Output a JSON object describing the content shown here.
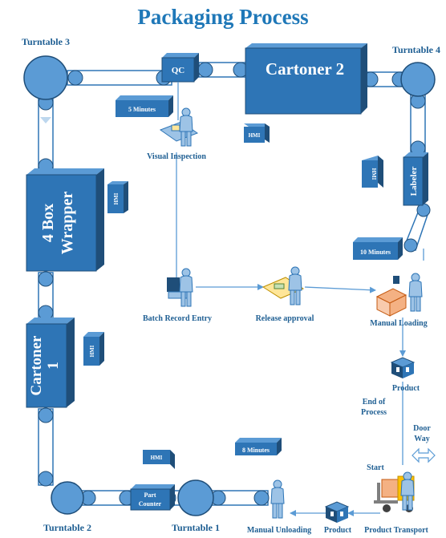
{
  "title": "Packaging Process",
  "turntables": {
    "t3": "Turntable 3",
    "t4": "Turntable 4",
    "t2": "Turntable 2",
    "t1": "Turntable 1"
  },
  "machines": {
    "qc": "QC",
    "cartoner2": "Cartoner 2",
    "box_wrapper": "4 Box Wrapper",
    "cartoner1": "Cartoner 1",
    "labeler": "Labeler",
    "part_counter": "Part Counter"
  },
  "hmi": "HMI",
  "durations": {
    "qc": "5 Minutes",
    "loading": "10 Minutes",
    "unloading": "8 Minutes"
  },
  "stations": {
    "visual_inspection": "Visual Inspection",
    "batch_record_entry": "Batch Record Entry",
    "release_approval": "Release approval",
    "manual_loading": "Manual Loading",
    "manual_unloading": "Manual Unloading",
    "product_transport": "Product Transport"
  },
  "flow": {
    "product_top": "Product",
    "product_bottom": "Product",
    "end_of_process": "End of Process",
    "start": "Start",
    "door_way": "Door Way"
  },
  "colors": {
    "primary": "#2e75b6",
    "light": "#5b9bd5",
    "dark": "#1f4e79",
    "label": "#1f5f93"
  }
}
